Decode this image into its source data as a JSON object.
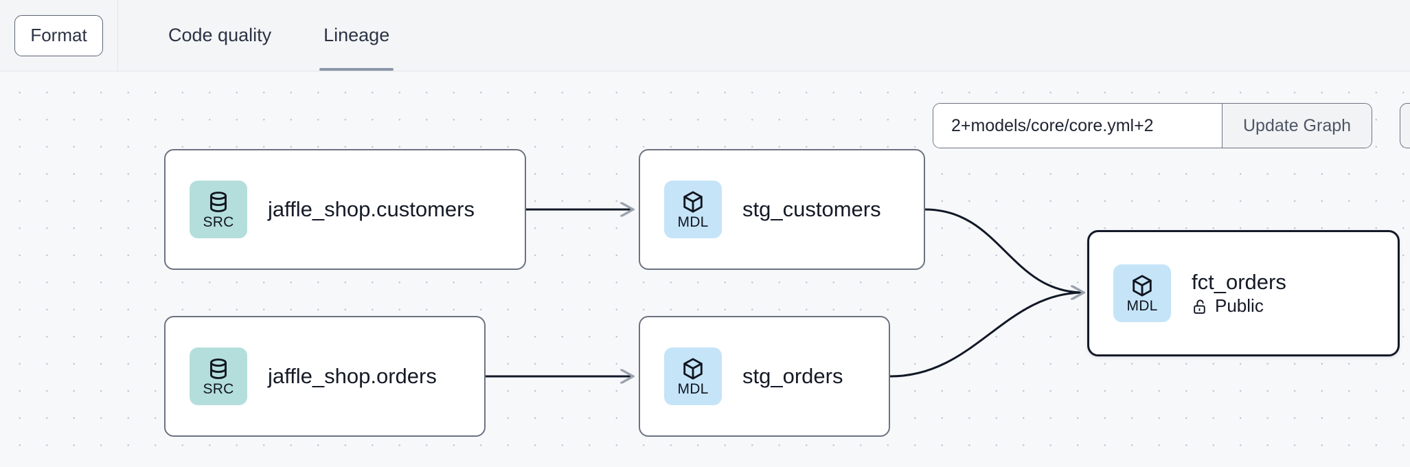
{
  "header": {
    "format_button": "Format",
    "tabs": [
      {
        "label": "Code quality",
        "active": false
      },
      {
        "label": "Lineage",
        "active": true
      }
    ]
  },
  "graph_controls": {
    "selector_value": "2+models/core/core.yml+2",
    "selector_placeholder": "2+models/core/core.yml+2",
    "update_button": "Update Graph"
  },
  "lineage": {
    "nodes": [
      {
        "id": "jaffle_shop_customers",
        "title": "jaffle_shop.customers",
        "badge": "SRC",
        "badge_type": "src",
        "icon": "database-icon",
        "subtitle": null,
        "selected": false
      },
      {
        "id": "jaffle_shop_orders",
        "title": "jaffle_shop.orders",
        "badge": "SRC",
        "badge_type": "src",
        "icon": "database-icon",
        "subtitle": null,
        "selected": false
      },
      {
        "id": "stg_customers",
        "title": "stg_customers",
        "badge": "MDL",
        "badge_type": "mdl",
        "icon": "cube-icon",
        "subtitle": null,
        "selected": false
      },
      {
        "id": "stg_orders",
        "title": "stg_orders",
        "badge": "MDL",
        "badge_type": "mdl",
        "icon": "cube-icon",
        "subtitle": null,
        "selected": false
      },
      {
        "id": "fct_orders",
        "title": "fct_orders",
        "badge": "MDL",
        "badge_type": "mdl",
        "icon": "cube-icon",
        "subtitle": "Public",
        "subtitle_icon": "unlock-icon",
        "selected": true
      }
    ],
    "edges": [
      {
        "from": "jaffle_shop_customers",
        "to": "stg_customers",
        "style": "straight"
      },
      {
        "from": "jaffle_shop_orders",
        "to": "stg_orders",
        "style": "straight"
      },
      {
        "from": "stg_customers",
        "to": "fct_orders",
        "style": "curved"
      },
      {
        "from": "stg_orders",
        "to": "fct_orders",
        "style": "curved"
      }
    ]
  },
  "colors": {
    "src_badge": "#b4dedc",
    "mdl_badge": "#c5e4f8",
    "node_border": "#6b7280",
    "selected_border": "#131927",
    "canvas_bg": "#f7f8fa",
    "header_bg": "#f4f5f7",
    "tab_active_underline": "#8d98a8",
    "edge_stroke": "#111827"
  }
}
